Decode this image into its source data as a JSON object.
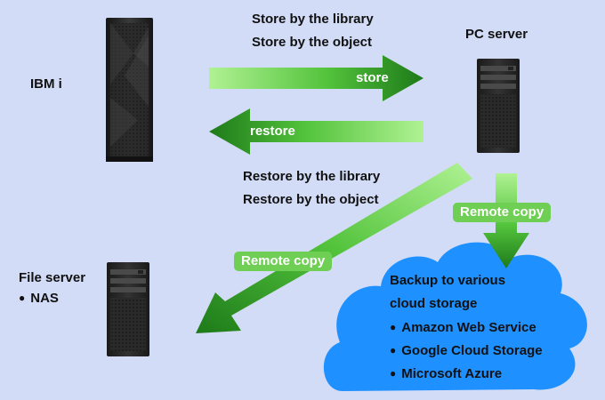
{
  "nodes": {
    "ibmi": {
      "label": "IBM i"
    },
    "pc_server": {
      "label": "PC server"
    },
    "file_server": {
      "label": "File server",
      "sub": "NAS"
    }
  },
  "store": {
    "arrow_label": "store",
    "lines": [
      "Store by the library",
      "Store by the object"
    ]
  },
  "restore": {
    "arrow_label": "restore",
    "lines": [
      "Restore by the library",
      "Restore by the object"
    ]
  },
  "remote_copy": {
    "cloud_label": "Remote copy",
    "nas_label": "Remote copy"
  },
  "cloud": {
    "title_line1": "Backup to various",
    "title_line2": "cloud storage",
    "items": [
      "Amazon Web Service",
      "Google Cloud Storage",
      "Microsoft Azure"
    ]
  },
  "colors": {
    "background": "#d3dcf6",
    "arrow_light": "#a8ef8a",
    "arrow_dark": "#1f7d1b",
    "chip": "#6fcf55",
    "cloud": "#1e90ff",
    "server": "#2f2f2f"
  }
}
